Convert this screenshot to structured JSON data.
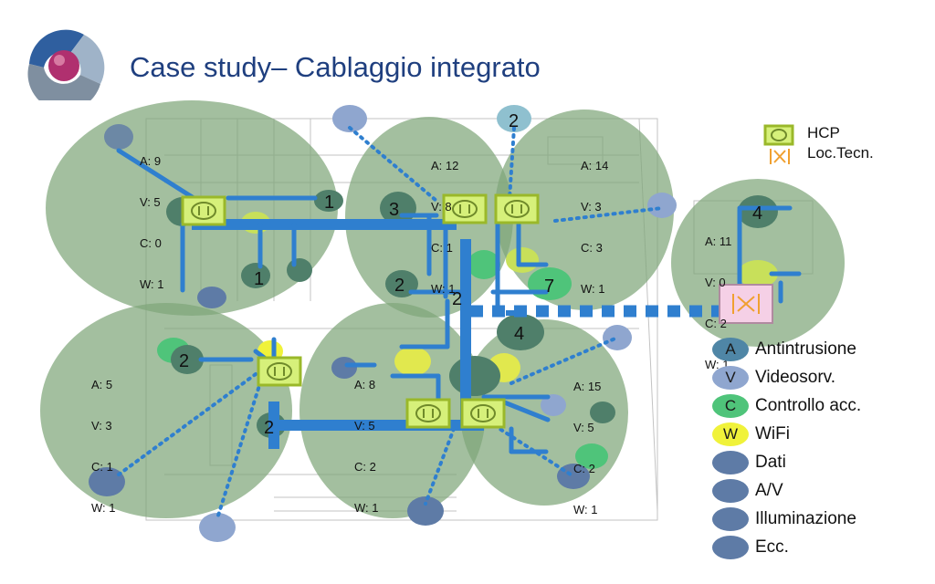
{
  "title": "Case study– Cablaggio integrato",
  "colors": {
    "title": "#1f3f7f",
    "zone_fill": "#7fa67a",
    "cable": "#2f7fcf",
    "hcp_fill": "#d6f07a",
    "hcp_border": "#9ab82a",
    "loc_tecn_fill": "#f5d0e6",
    "loc_tecn_mark": "#f0a030"
  },
  "key": {
    "hcp": "HCP",
    "loc_tecn": "Loc.Tecn."
  },
  "zones": [
    {
      "id": "zone-top-left",
      "A": "A: 9",
      "V": "V: 5",
      "C": "C: 0",
      "W": "W: 1"
    },
    {
      "id": "zone-top-center",
      "A": "A: 12",
      "V": "V: 8",
      "C": "C: 1",
      "W": "W: 1"
    },
    {
      "id": "zone-top-right",
      "A": "A: 14",
      "V": "V: 3",
      "C": "C: 3",
      "W": "W: 1"
    },
    {
      "id": "zone-far-right",
      "A": "A: 11",
      "V": "V: 0",
      "C": "C: 2",
      "W": "W: 1"
    },
    {
      "id": "zone-bottom-left",
      "A": "A: 5",
      "V": "V: 3",
      "C": "C: 1",
      "W": "W: 1"
    },
    {
      "id": "zone-bottom-center",
      "A": "A: 8",
      "V": "V: 5",
      "C": "C: 2",
      "W": "W: 1"
    },
    {
      "id": "zone-bottom-right",
      "A": "A: 15",
      "V": "V: 5",
      "C": "C: 2",
      "W": "W: 1"
    }
  ],
  "node_numbers": [
    "1",
    "1",
    "2",
    "3",
    "2",
    "2",
    "7",
    "4",
    "4",
    "2",
    "2"
  ],
  "legend": [
    {
      "letter": "A",
      "label": "Antintrusione",
      "color": "#4f86a6"
    },
    {
      "letter": "V",
      "label": "Videosorv.",
      "color": "#8fa6cf"
    },
    {
      "letter": "C",
      "label": "Controllo acc.",
      "color": "#4fc47a"
    },
    {
      "letter": "W",
      "label": "WiFi",
      "color": "#f0f23a"
    },
    {
      "letter": "",
      "label": "Dati",
      "color": "#5e7ba6"
    },
    {
      "letter": "",
      "label": "A/V",
      "color": "#5e7ba6"
    },
    {
      "letter": "",
      "label": "Illuminazione",
      "color": "#5e7ba6"
    },
    {
      "letter": "",
      "label": "Ecc.",
      "color": "#5e7ba6"
    }
  ]
}
